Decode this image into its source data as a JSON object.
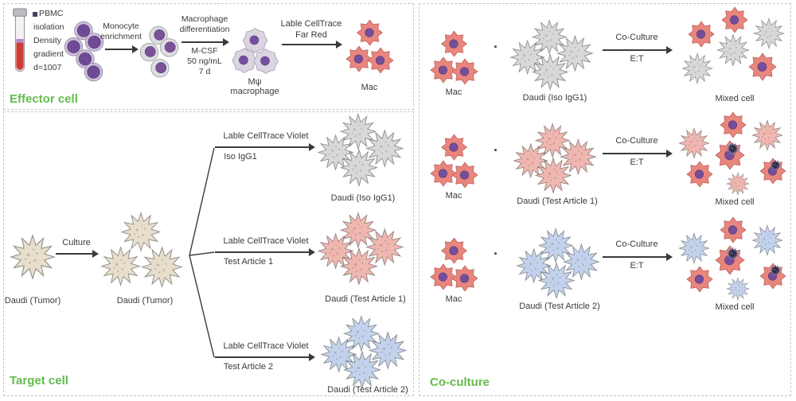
{
  "colors": {
    "accent_green": "#63bb4e",
    "mac_cell_red": "#e8867e",
    "nucleus_purple": "#744e9b",
    "daudi_beige": "#e7decb",
    "daudi_gray": "#d8d8d8",
    "daudi_pink": "#f0b6b0",
    "daudi_blue": "#c3d2ec",
    "tube_red": "#ce3b34"
  },
  "effector": {
    "title": "Effector cell",
    "tube_lines": [
      "PBMC",
      "isolation",
      "Density",
      "gradient",
      "d=1007"
    ],
    "step1": [
      "Monocyte",
      "enrichment"
    ],
    "step2_above": [
      "Macrophage",
      "differentiation"
    ],
    "step2_below": [
      "M-CSF",
      "50 ng/mL",
      "7 d"
    ],
    "mphi_label": [
      "Mψ",
      "macrophage"
    ],
    "step3": [
      "Lable CellTrace",
      "Far Red"
    ],
    "mac_label": "Mac"
  },
  "target": {
    "title": "Target cell",
    "tumor_single": "Daudi (Tumor)",
    "culture": "Culture",
    "tumor_cluster": "Daudi (Tumor)",
    "branches": [
      {
        "label_top": "Lable CellTrace Violet",
        "label_bottom": "Iso IgG1",
        "result": "Daudi (Iso IgG1)"
      },
      {
        "label_top": "Lable CellTrace Violet",
        "label_bottom": "Test Article 1",
        "result": "Daudi (Test Article 1)"
      },
      {
        "label_top": "Lable CellTrace Violet",
        "label_bottom": "Test Article 2",
        "result": "Daudi (Test Article 2)"
      }
    ]
  },
  "coculture": {
    "title": "Co-culture",
    "dot": "·",
    "rows": [
      {
        "mac": "Mac",
        "daudi": "Daudi (Iso IgG1)",
        "arrow_above": "Co-Culture",
        "arrow_below": "E:T",
        "mixed": "Mixed cell"
      },
      {
        "mac": "Mac",
        "daudi": "Daudi (Test Article 1)",
        "arrow_above": "Co-Culture",
        "arrow_below": "E:T",
        "mixed": "Mixed cell"
      },
      {
        "mac": "Mac",
        "daudi": "Daudi (Test Article 2)",
        "arrow_above": "Co-Culture",
        "arrow_below": "E:T",
        "mixed": "Mixed cell"
      }
    ]
  }
}
